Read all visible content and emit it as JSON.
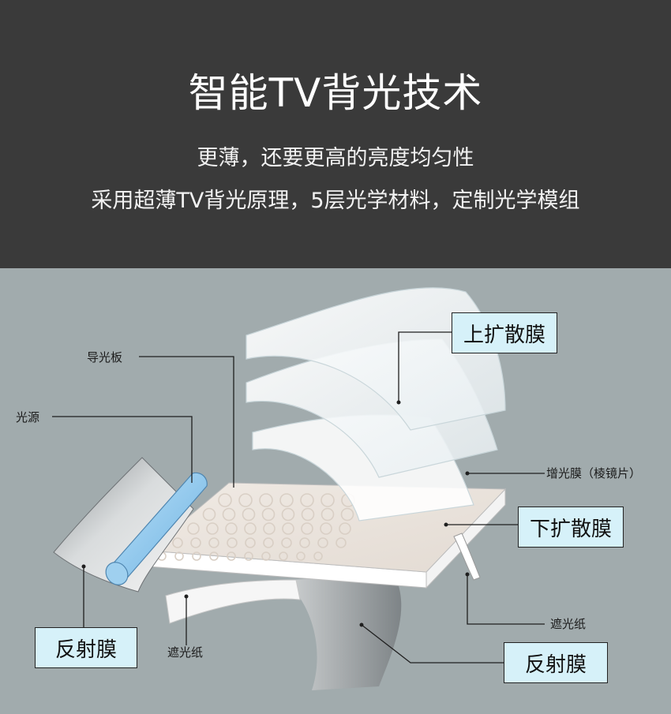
{
  "header": {
    "title": "智能TV背光技术",
    "subtitle_1": "更薄，还要更高的亮度均匀性",
    "subtitle_2": "采用超薄TV背光原理，5层光学材料，定制光学模组"
  },
  "labels": {
    "light_guide": "导光板",
    "light_source": "光源",
    "upper_diffuser": "上扩散膜",
    "brightness_film": "增光膜（棱镜片）",
    "lower_diffuser": "下扩散膜",
    "shading_paper_right": "遮光纸",
    "shading_paper_left": "遮光纸",
    "reflector_left": "反射膜",
    "reflector_right": "反射膜"
  },
  "colors": {
    "header_bg": "#3a3a3a",
    "diagram_bg": "#a1abad",
    "callout_box_bg": "#d6f1f9",
    "light_tube": "#9ecff0"
  }
}
